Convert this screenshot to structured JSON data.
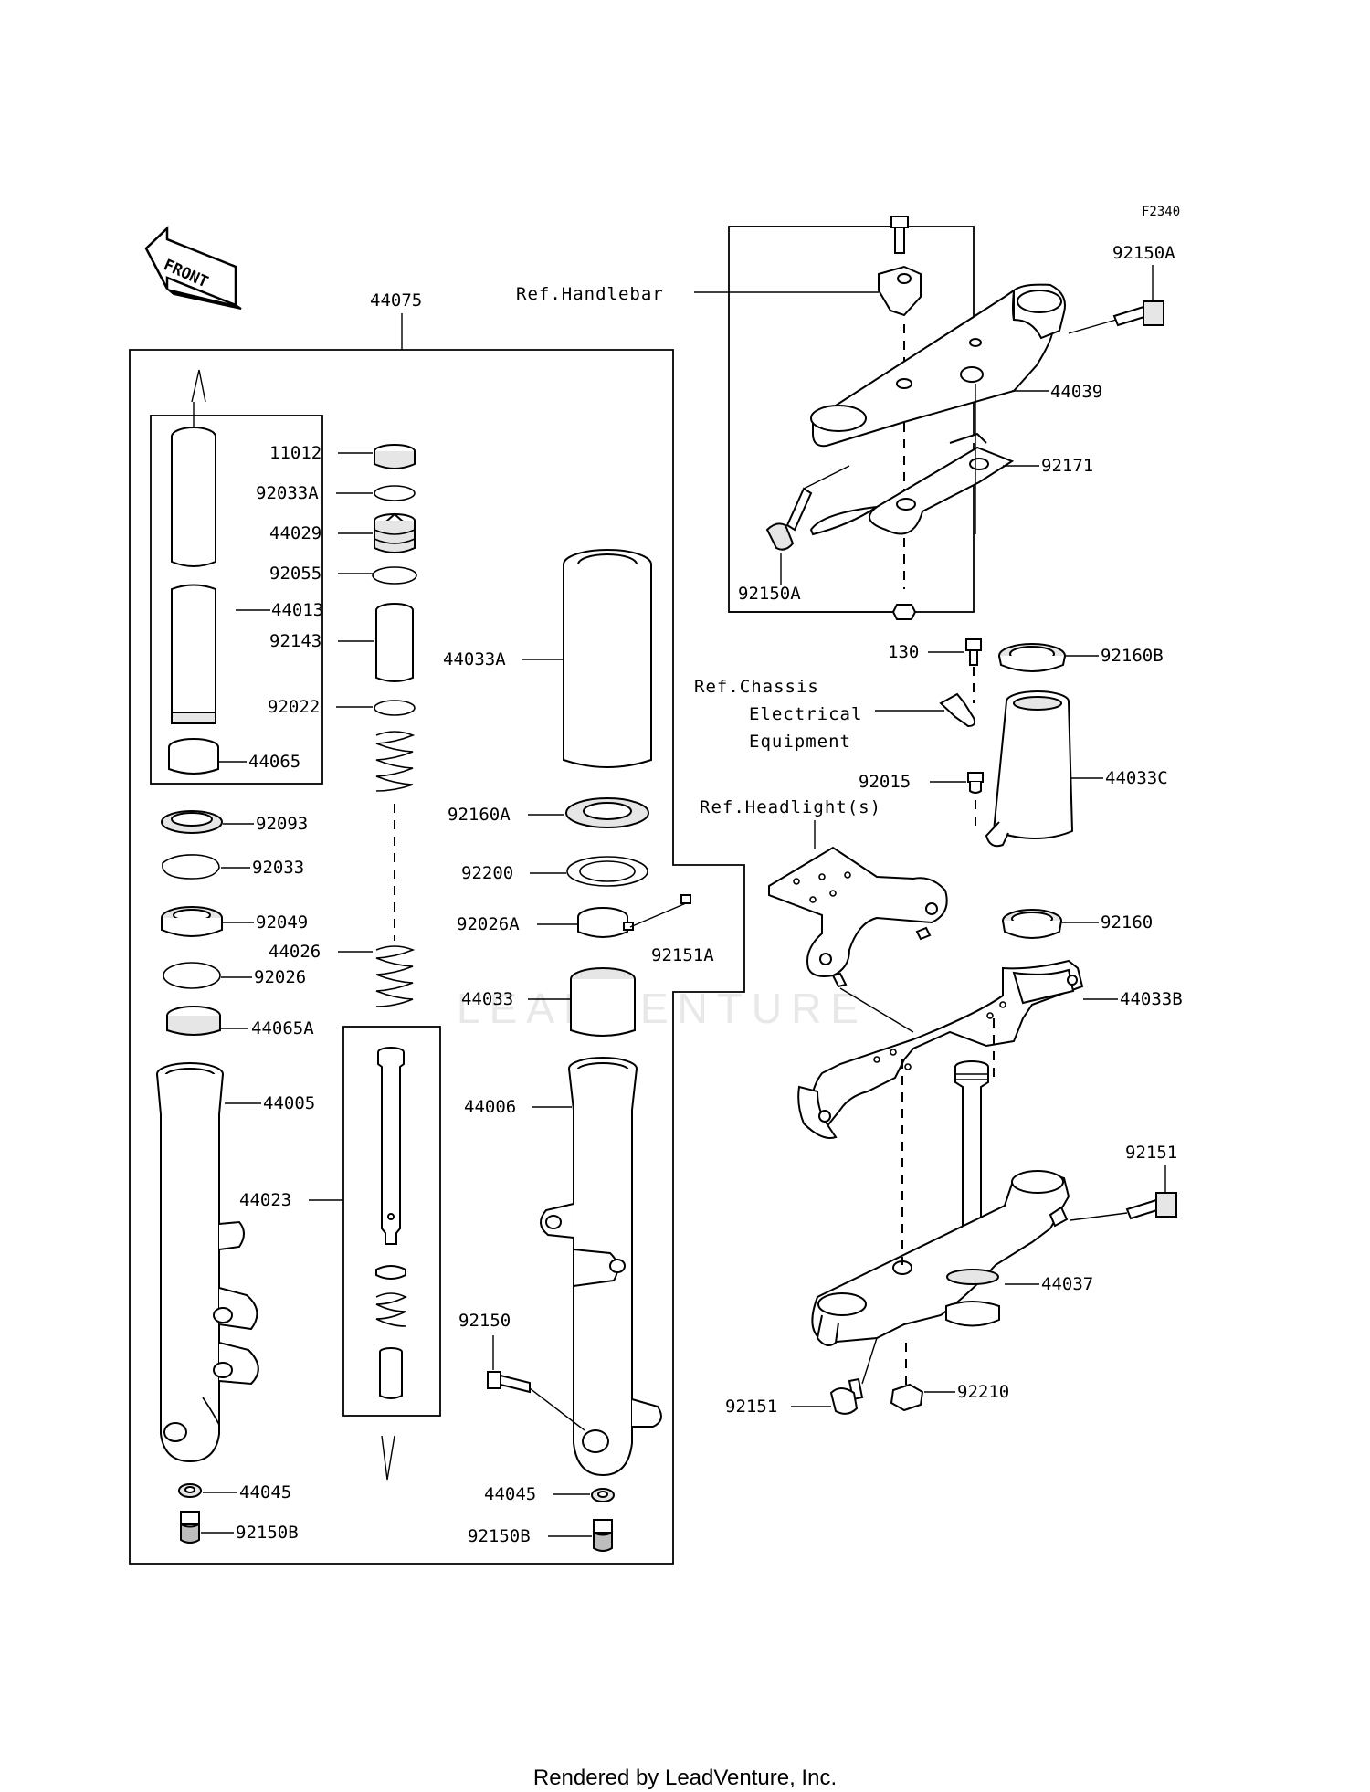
{
  "diagram_code": "F2340",
  "front_arrow": "FRONT",
  "assembly_label": "44075",
  "refs": {
    "handlebar": "Ref.Handlebar",
    "chassis_1": "Ref.Chassis",
    "chassis_2": "Electrical",
    "chassis_3": "Equipment",
    "headlight": "Ref.Headlight(s)"
  },
  "watermark": "LEADVENTURE",
  "labels": {
    "p11012": "11012",
    "p92033A": "92033A",
    "p44029": "44029",
    "p92055": "92055",
    "p44013": "44013",
    "p92143": "92143",
    "p92022": "92022",
    "p44065": "44065",
    "p92093": "92093",
    "p92033": "92033",
    "p92049": "92049",
    "p44026": "44026",
    "p92026": "92026",
    "p44065A": "44065A",
    "p44005": "44005",
    "p44023": "44023",
    "p44045L": "44045",
    "p92150BL": "92150B",
    "p44033A": "44033A",
    "p92160A": "92160A",
    "p92200": "92200",
    "p92026A": "92026A",
    "p92151A": "92151A",
    "p44033": "44033",
    "p44006": "44006",
    "p92150": "92150",
    "p44045R": "44045",
    "p92150BR": "92150B",
    "p92150A_top": "92150A",
    "p44039": "44039",
    "p92171": "92171",
    "p92150A_bot": "92150A",
    "p130": "130",
    "p92160B": "92160B",
    "p44033C": "44033C",
    "p92015": "92015",
    "p92160": "92160",
    "p44033B": "44033B",
    "p92151_top": "92151",
    "p44037": "44037",
    "p92151_bot": "92151",
    "p92210": "92210"
  },
  "footer": "Rendered by LeadVenture, Inc."
}
